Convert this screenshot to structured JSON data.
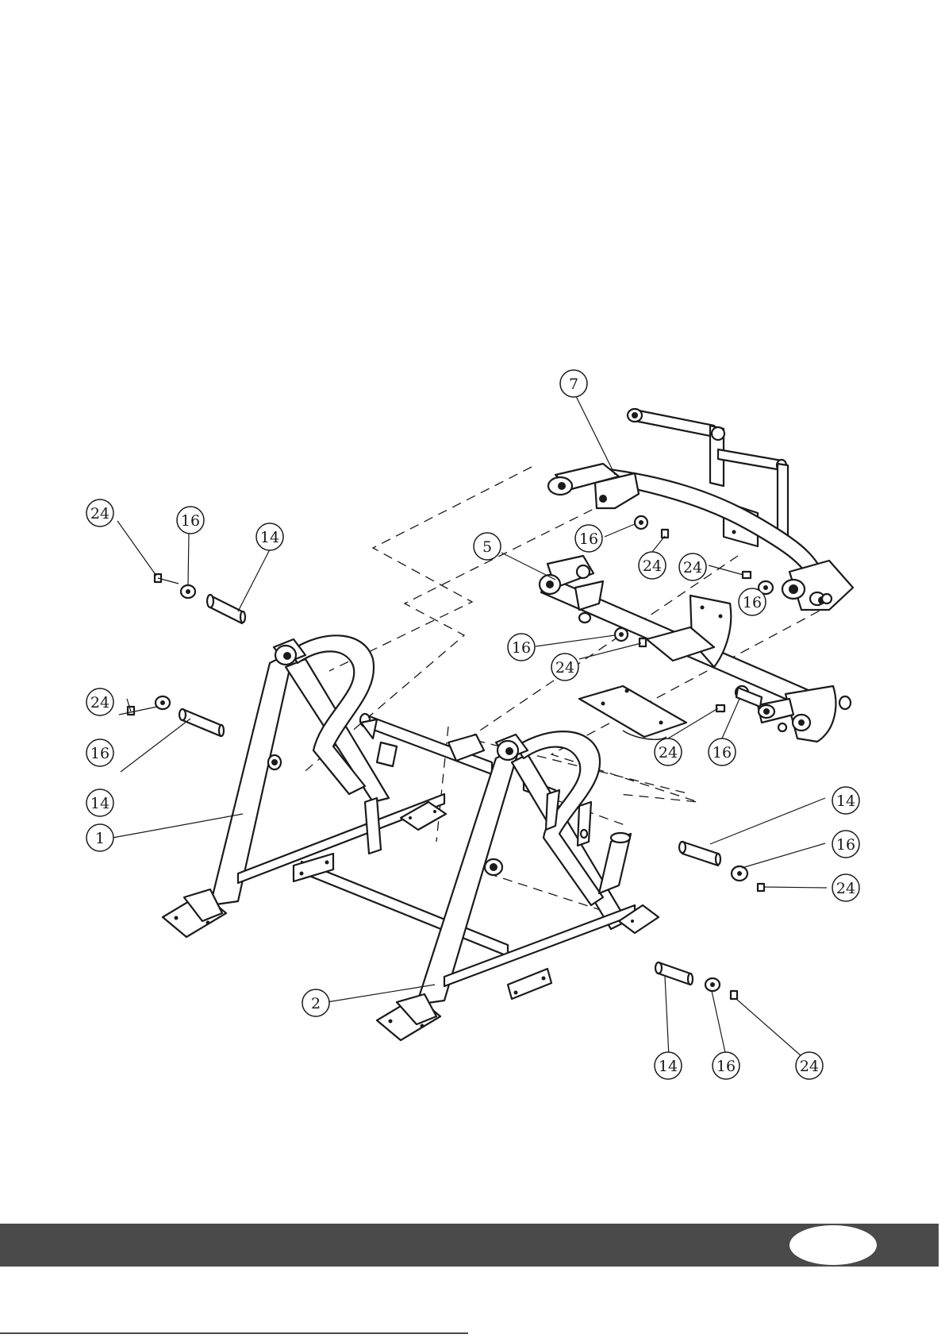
{
  "diagram": {
    "callouts": [
      {
        "id": "c7",
        "label": "7"
      },
      {
        "id": "c24a",
        "label": "24"
      },
      {
        "id": "c16a",
        "label": "16"
      },
      {
        "id": "c14a",
        "label": "14"
      },
      {
        "id": "c5",
        "label": "5"
      },
      {
        "id": "c16b",
        "label": "16"
      },
      {
        "id": "c24b",
        "label": "24"
      },
      {
        "id": "c24c",
        "label": "24"
      },
      {
        "id": "c16c",
        "label": "16"
      },
      {
        "id": "c16d",
        "label": "16"
      },
      {
        "id": "c24d",
        "label": "24"
      },
      {
        "id": "c24e",
        "label": "24"
      },
      {
        "id": "c16e",
        "label": "16"
      },
      {
        "id": "c14b",
        "label": "14"
      },
      {
        "id": "c24f",
        "label": "24"
      },
      {
        "id": "c16f",
        "label": "16"
      },
      {
        "id": "c1",
        "label": "1"
      },
      {
        "id": "c14c",
        "label": "14"
      },
      {
        "id": "c16g",
        "label": "16"
      },
      {
        "id": "c24g",
        "label": "24"
      },
      {
        "id": "c2",
        "label": "2"
      },
      {
        "id": "c14d",
        "label": "14"
      },
      {
        "id": "c16h",
        "label": "16"
      },
      {
        "id": "c24h",
        "label": "24"
      }
    ]
  },
  "footer": {
    "page_number": "",
    "band_color": "#4a4a4a"
  }
}
